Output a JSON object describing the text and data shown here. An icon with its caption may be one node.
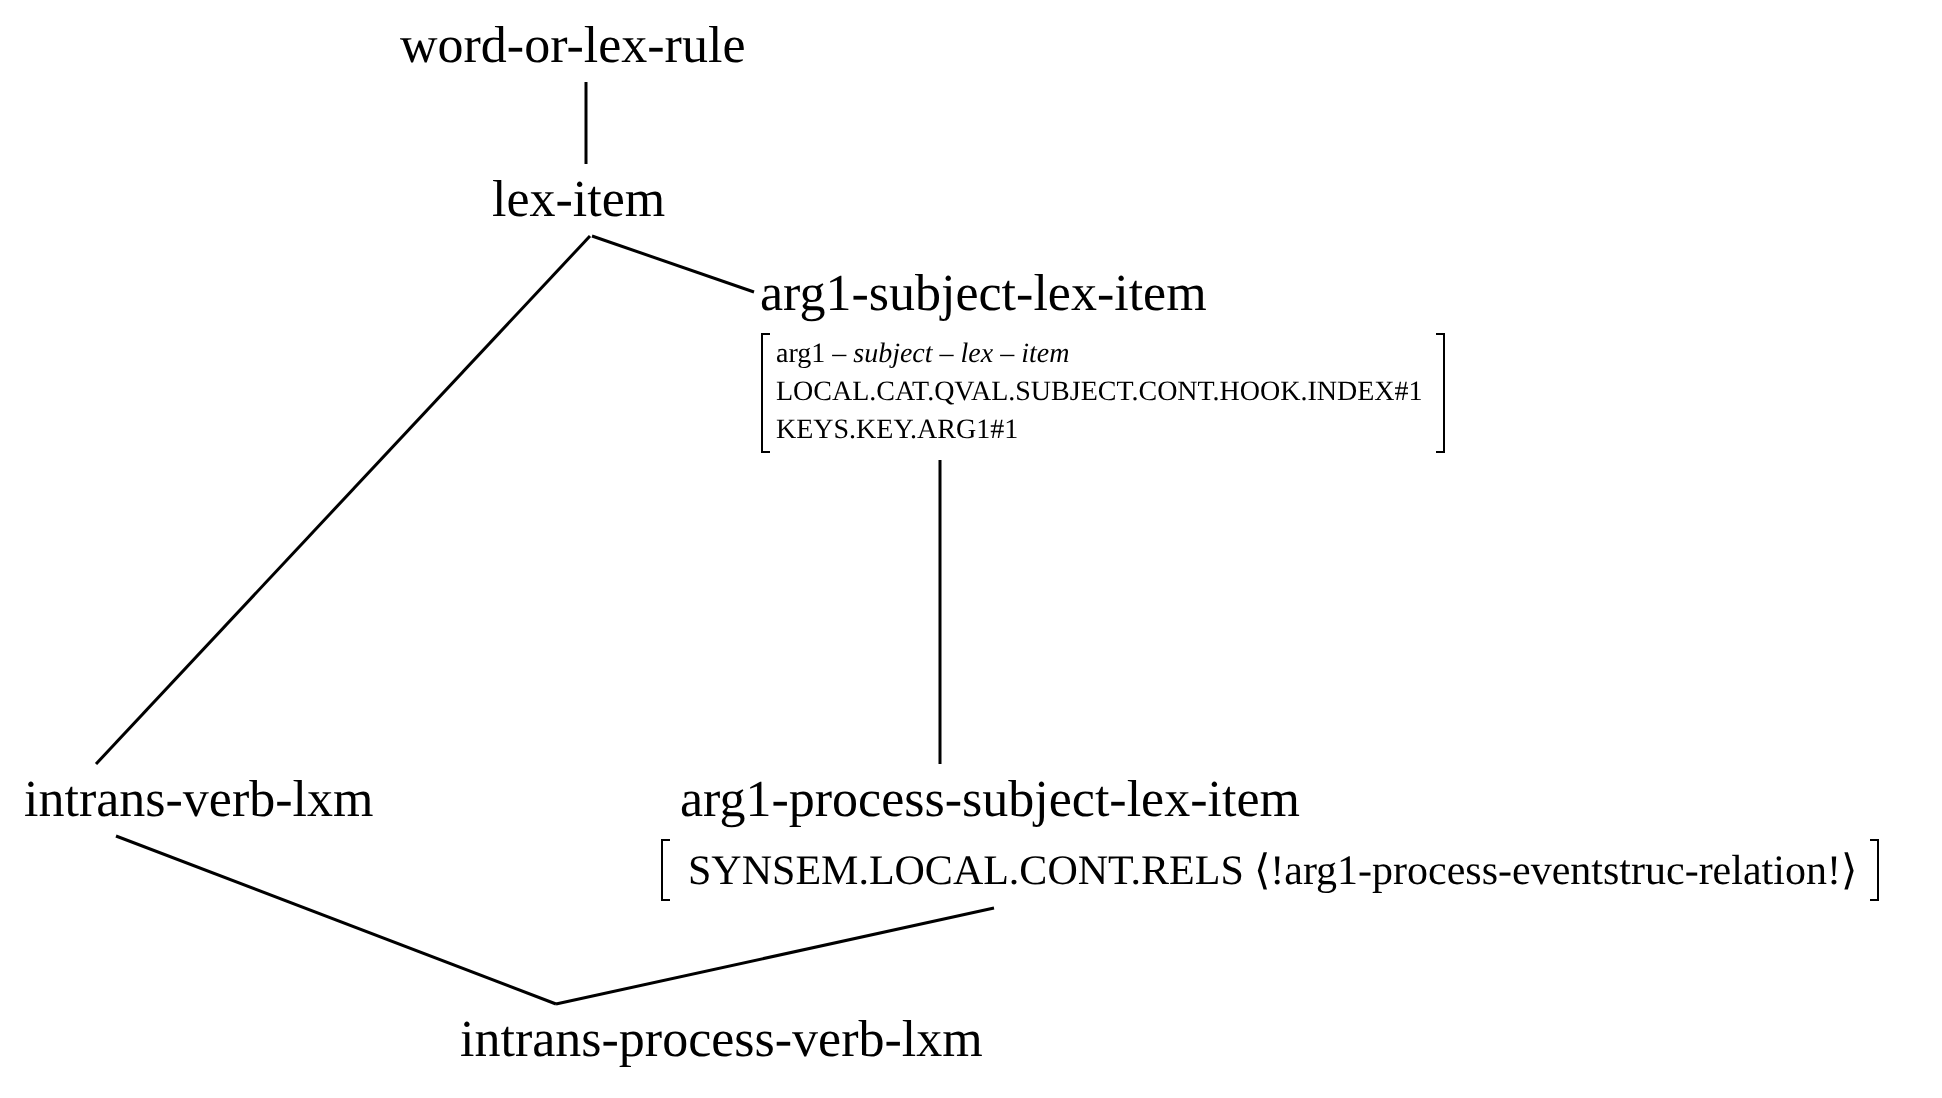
{
  "diagram": {
    "nodes": [
      {
        "text": [
          "word-or-lex-rule"
        ]
      },
      {
        "text": [
          "lex-item"
        ]
      },
      {
        "text": [
          "arg1-subject-lex-item",
          "arg1 – *subject – lex – item*",
          "LOCAL.CAT.QVAL.SUBJECT.CONT.HOOK.INDEX#1",
          "KEYS.KEY.ARG1#1"
        ]
      },
      {
        "text": [
          "intrans-verb-lxm"
        ]
      },
      {
        "text": [
          "arg1-process-subject-lex-item",
          "SYNSEM.LOCAL.CONT.RELS ⟨!arg1-process-eventstruc-relation!⟩"
        ]
      },
      {
        "text": [
          "intrans-process-verb-lxm"
        ]
      }
    ],
    "edges": [
      {
        "from": 0,
        "to": 1,
        "arrow": "none"
      },
      {
        "from": 1,
        "to": 3,
        "arrow": "none"
      },
      {
        "from": 1,
        "to": 2,
        "arrow": "none"
      },
      {
        "from": 2,
        "to": 4,
        "arrow": "none"
      },
      {
        "from": 3,
        "to": 5,
        "arrow": "none"
      },
      {
        "from": 4,
        "to": 5,
        "arrow": "none"
      }
    ]
  }
}
